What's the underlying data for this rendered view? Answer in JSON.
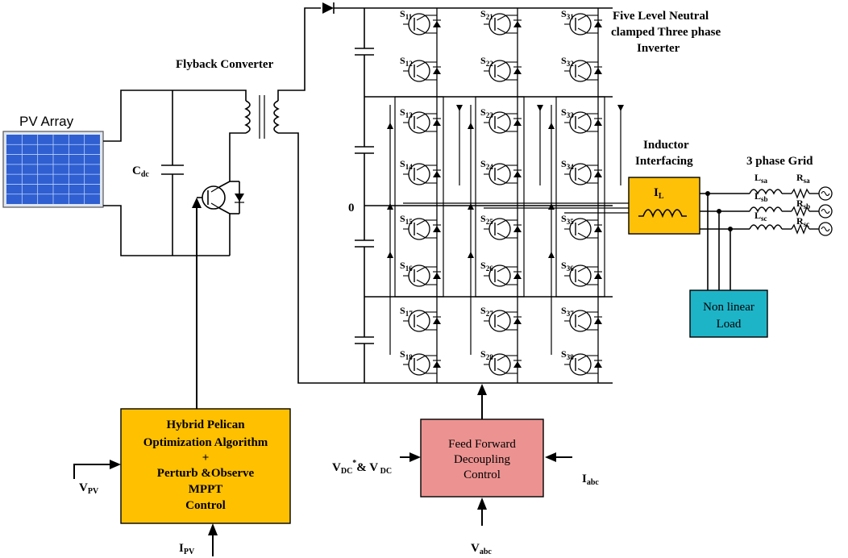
{
  "title": {
    "line1": "Five Level Neutral",
    "line2": "clamped Three phase",
    "line3": "Inverter"
  },
  "pv_array_label": "PV Array",
  "flyback_label": "Flyback Converter",
  "cdc": {
    "main": "C",
    "sub": "dc"
  },
  "zero_label": "0",
  "inductor_block": {
    "caption_line1": "Inductor",
    "caption_line2": "Interfacing",
    "label_main": "I",
    "label_sub": "L",
    "color": "#FFC107"
  },
  "grid_label": "3 phase Grid",
  "grid_elements": {
    "inductors": [
      {
        "main": "L",
        "sub": "sa"
      },
      {
        "main": "L",
        "sub": "sb"
      },
      {
        "main": "L",
        "sub": "sc"
      }
    ],
    "resistors": [
      {
        "main": "R",
        "sub": "sa"
      },
      {
        "main": "R",
        "sub": "sb"
      },
      {
        "main": "R",
        "sub": "sc"
      }
    ]
  },
  "nonlinear_load": {
    "line1": "Non linear",
    "line2": "Load",
    "color": "#1EB4C8"
  },
  "mppt_block": {
    "line1": "Hybrid Pelican",
    "line2": "Optimization Algorithm",
    "line3": "+",
    "line4": "Perturb &Observe",
    "line5": "MPPT",
    "line6": "Control",
    "color": "#FFC000"
  },
  "ffdc_block": {
    "line1": "Feed Forward",
    "line2": "Decoupling",
    "line3": "Control",
    "color": "#EC9391"
  },
  "inputs": {
    "vpv": {
      "main": "V",
      "sub": "PV"
    },
    "ipv": {
      "main": "I",
      "sub": "PV"
    },
    "vdc": {
      "part1": "V",
      "sub1": "DC",
      "sup1": "*",
      "part2": "& V",
      "sub2": " DC"
    },
    "iabc": {
      "main": "I",
      "sub": "abc"
    },
    "vabc": {
      "main": "V",
      "sub": "abc"
    }
  },
  "switches": [
    [
      "S",
      "11"
    ],
    [
      "S",
      "12"
    ],
    [
      "S",
      "13"
    ],
    [
      "S",
      "14"
    ],
    [
      "S",
      "15"
    ],
    [
      "S",
      "16"
    ],
    [
      "S",
      "17"
    ],
    [
      "S",
      "18"
    ],
    [
      "S",
      "21"
    ],
    [
      "S",
      "22"
    ],
    [
      "S",
      "23"
    ],
    [
      "S",
      "24"
    ],
    [
      "S",
      "25"
    ],
    [
      "S",
      "26"
    ],
    [
      "S",
      "27"
    ],
    [
      "S",
      "28"
    ],
    [
      "S",
      "31"
    ],
    [
      "S",
      "32"
    ],
    [
      "S",
      "33"
    ],
    [
      "S",
      "34"
    ],
    [
      "S",
      "35"
    ],
    [
      "S",
      "36"
    ],
    [
      "S",
      "37"
    ],
    [
      "S",
      "38"
    ]
  ],
  "colors": {
    "pv_cell": "#2F5FD0",
    "pv_grid": "#BFD4FF",
    "wire": "#000000"
  }
}
